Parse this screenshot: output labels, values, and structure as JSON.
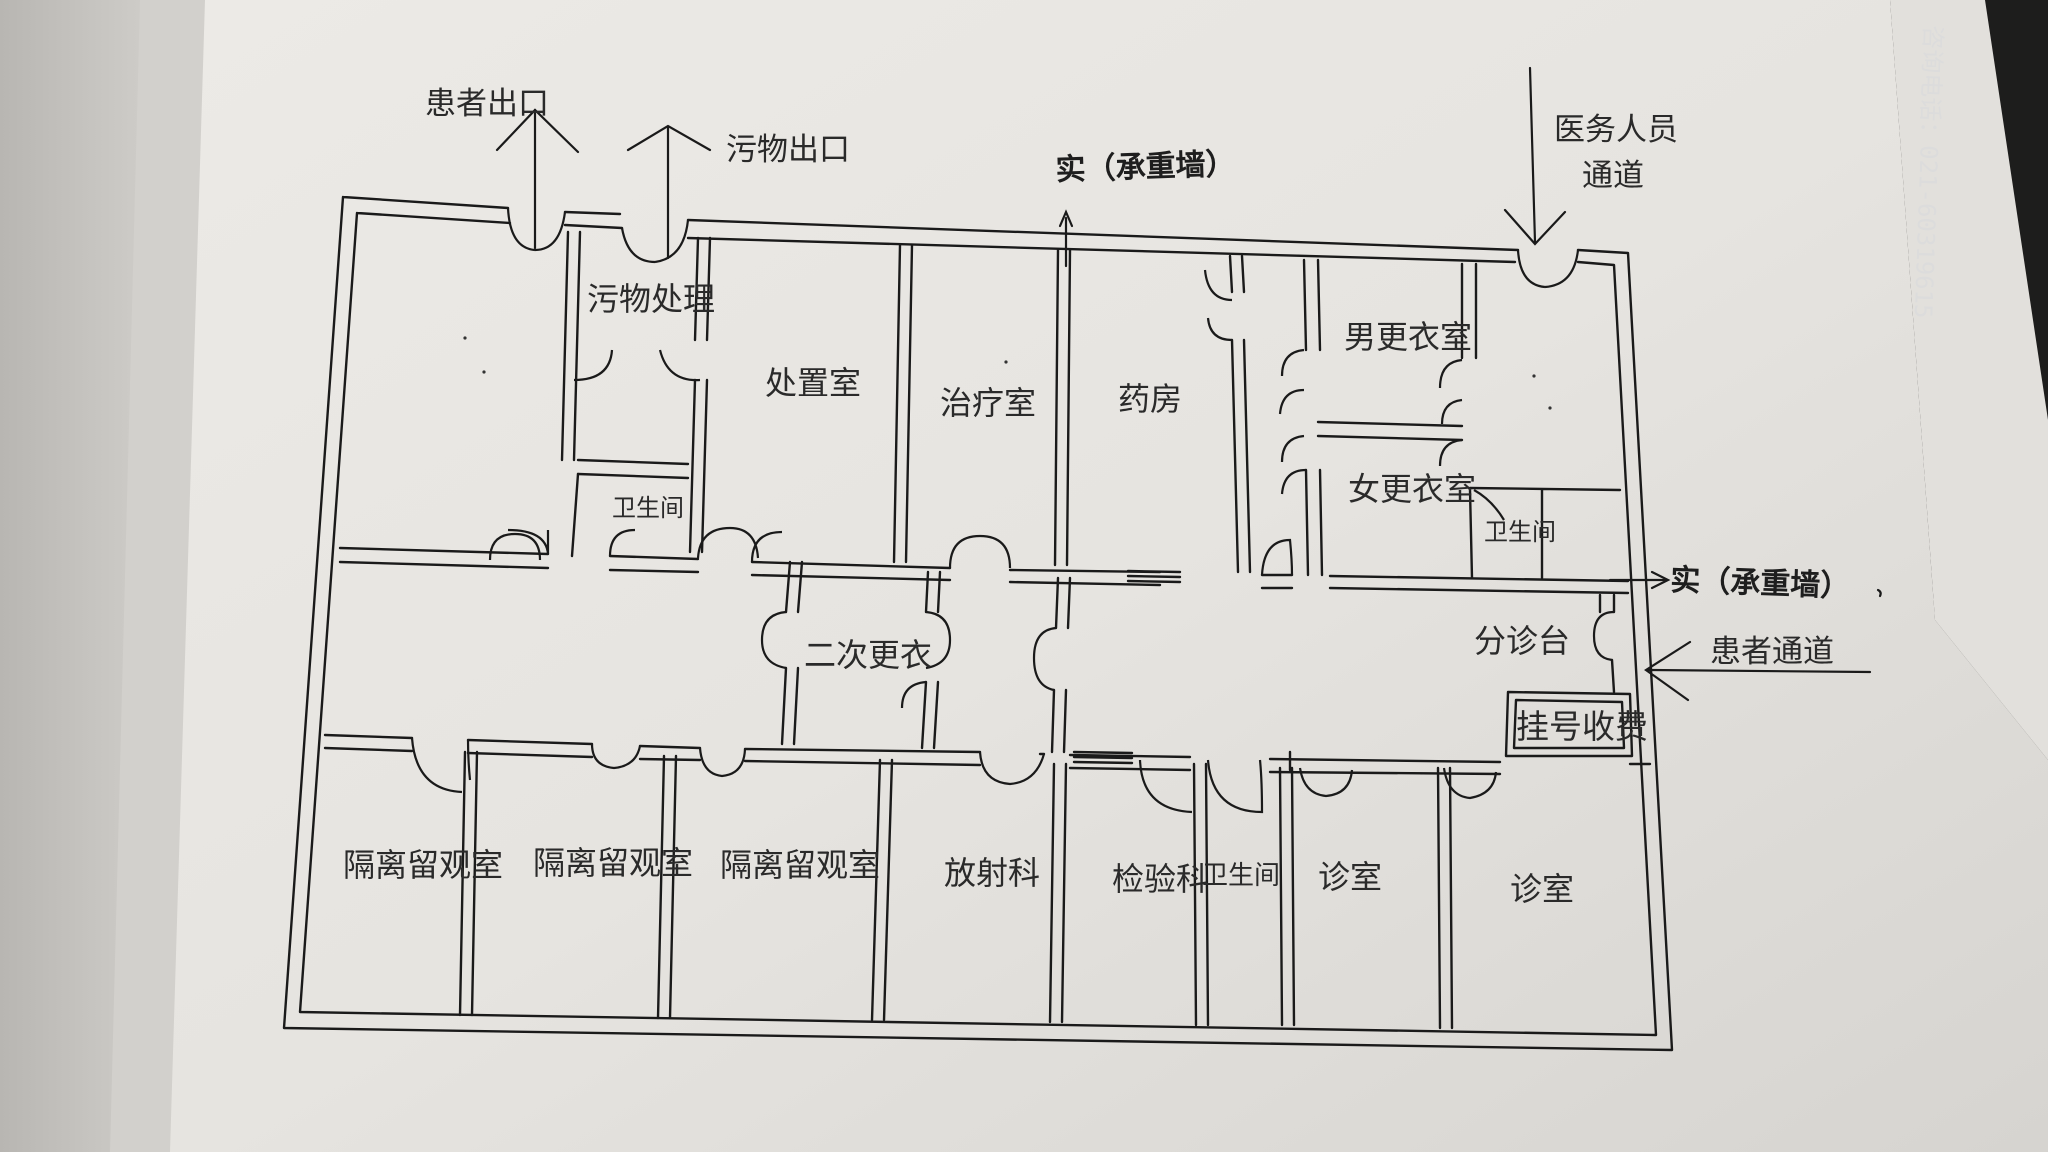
{
  "floor_plan": {
    "rooms": {
      "waste_treatment": "污物处理",
      "disposal_room": "处置室",
      "treatment_room": "治疗室",
      "pharmacy": "药房",
      "male_locker": "男更衣室",
      "female_locker": "女更衣室",
      "toilet_upper_left": "卫生间",
      "toilet_upper_right": "卫生间",
      "toilet_lower": "卫生间",
      "second_changing": "二次更衣",
      "triage_desk": "分诊台",
      "registration": "挂号收费",
      "isolation_1": "隔离留观室",
      "isolation_2": "隔离留观室",
      "isolation_3": "隔离留观室",
      "radiology": "放射科",
      "laboratory": "检验科",
      "consult_1": "诊室",
      "consult_2": "诊室"
    },
    "flows": {
      "patient_exit": "患者出口",
      "waste_exit": "污物出口",
      "staff_passage_line1": "医务人员",
      "staff_passage_line2": "通道",
      "patient_passage": "患者通道"
    },
    "notes": {
      "load_bearing_top": "实（承重墙）",
      "load_bearing_right": "实（承重墙）"
    }
  },
  "background_signage": {
    "phone_text": "咨询电话：021-60319615"
  }
}
